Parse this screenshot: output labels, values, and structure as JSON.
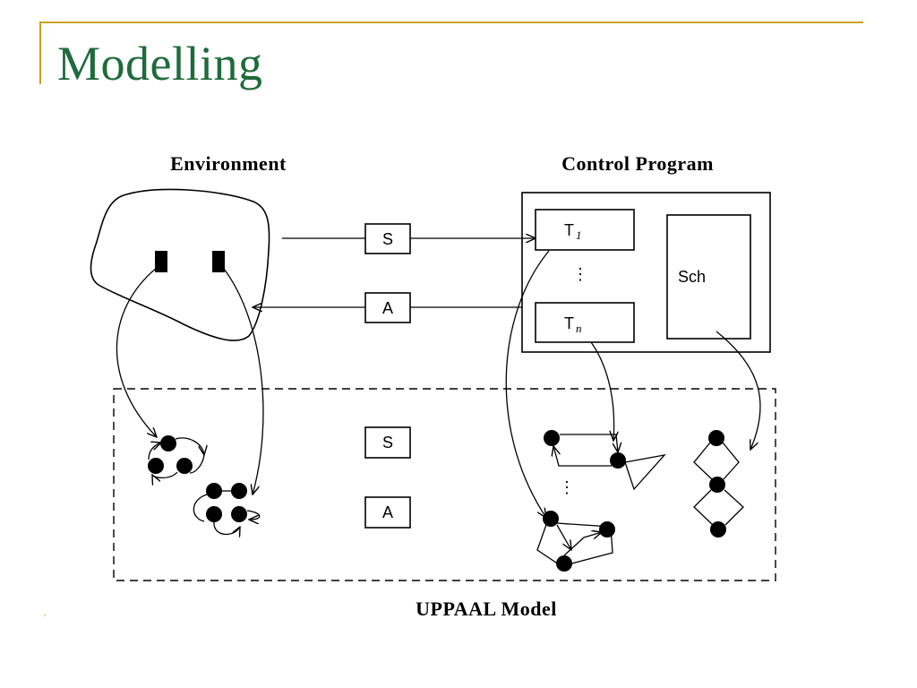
{
  "slide": {
    "title": "Modelling"
  },
  "diagram": {
    "environment_label": "Environment",
    "control_program_label": "Control Program",
    "uppaal_model_label": "UPPAAL Model",
    "sensor_label": "S",
    "actuator_label": "A",
    "task_first_label": "T",
    "task_first_sub": "1",
    "task_last_label": "T",
    "task_last_sub": "n",
    "scheduler_label": "Sch",
    "ellipsis": "⋮"
  }
}
